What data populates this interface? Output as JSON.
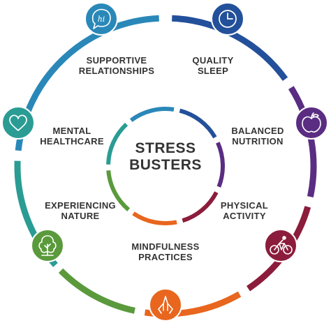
{
  "center": {
    "line1": "STRESS",
    "line2": "BUSTERS"
  },
  "segments": [
    {
      "key": "supportive-relationships",
      "line1": "SUPPORTIVE",
      "line2": "RELATIONSHIPS",
      "color": "#2a88b8",
      "icon": "speech-bubble-hi-icon",
      "icon_text": "hi"
    },
    {
      "key": "quality-sleep",
      "line1": "QUALITY",
      "line2": "SLEEP",
      "color": "#23509a",
      "icon": "clock-icon"
    },
    {
      "key": "balanced-nutrition",
      "line1": "BALANCED",
      "line2": "NUTRITION",
      "color": "#5a2d82",
      "icon": "apple-icon"
    },
    {
      "key": "physical-activity",
      "line1": "PHYSICAL",
      "line2": "ACTIVITY",
      "color": "#8c1c3c",
      "icon": "cyclist-icon"
    },
    {
      "key": "mindfulness-practices",
      "line1": "MINDFULNESS",
      "line2": "PRACTICES",
      "color": "#e8661e",
      "icon": "praying-hands-icon"
    },
    {
      "key": "experiencing-nature",
      "line1": "EXPERIENCING",
      "line2": "NATURE",
      "color": "#5a9a3c",
      "icon": "tree-icon"
    },
    {
      "key": "mental-healthcare",
      "line1": "MENTAL",
      "line2": "HEALTHCARE",
      "color": "#2a9c94",
      "icon": "heart-icon"
    }
  ],
  "inner_ring_colors": [
    "#2a88b8",
    "#23509a",
    "#5a2d82",
    "#8c1c3c",
    "#e8661e",
    "#5a9a3c",
    "#2a9c94"
  ]
}
